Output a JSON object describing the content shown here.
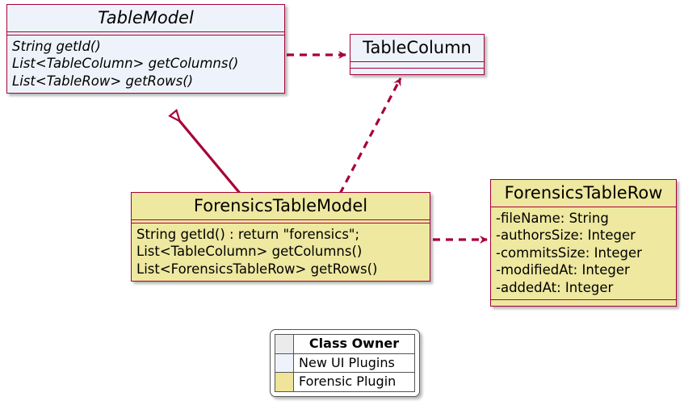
{
  "diagram": {
    "type": "uml-class-diagram",
    "accent_color": "#a80036",
    "background": "#ffffff",
    "classes": [
      {
        "id": "tablemodel",
        "name": "TableModel",
        "abstract": true,
        "fill": "#eef3fb",
        "owner": "New UI Plugins",
        "attributes": [],
        "methods": [
          "String getId()",
          "List<TableColumn> getColumns()",
          "List<TableRow> getRows()"
        ]
      },
      {
        "id": "tablecolumn",
        "name": "TableColumn",
        "abstract": false,
        "fill": "#eef3fb",
        "owner": "New UI Plugins",
        "attributes": [],
        "methods": []
      },
      {
        "id": "forensicstablemodel",
        "name": "ForensicsTableModel",
        "abstract": false,
        "fill": "#eee8a0",
        "owner": "Forensic Plugin",
        "attributes": [],
        "methods": [
          "String getId() : return \"forensics\";",
          "List<TableColumn> getColumns()",
          "List<ForensicsTableRow> getRows()"
        ]
      },
      {
        "id": "forensicstablerow",
        "name": "ForensicsTableRow",
        "abstract": false,
        "fill": "#eee8a0",
        "owner": "Forensic Plugin",
        "attributes": [
          "-fileName: String",
          "-authorsSize: Integer",
          "-commitsSize: Integer",
          "-modifiedAt: Integer",
          "-addedAt: Integer"
        ],
        "methods": []
      }
    ],
    "relations": [
      {
        "id": "rel-tablemodel-tablecolumn",
        "from": "TableModel",
        "to": "TableColumn",
        "kind": "dependency",
        "style": "dashed",
        "arrowhead": "open"
      },
      {
        "id": "rel-forensicstablemodel-tablemodel",
        "from": "ForensicsTableModel",
        "to": "TableModel",
        "kind": "generalization",
        "style": "solid",
        "arrowhead": "hollow-triangle"
      },
      {
        "id": "rel-forensicstablemodel-tablecolumn",
        "from": "ForensicsTableModel",
        "to": "TableColumn",
        "kind": "dependency",
        "style": "dashed",
        "arrowhead": "open"
      },
      {
        "id": "rel-forensicstablemodel-forensicstablerow",
        "from": "ForensicsTableModel",
        "to": "ForensicsTableRow",
        "kind": "dependency",
        "style": "dashed",
        "arrowhead": "open"
      }
    ]
  },
  "legend": {
    "title": "Class Owner",
    "rows": [
      {
        "label": "New UI Plugins",
        "color": "#eef3fb"
      },
      {
        "label": "Forensic Plugin",
        "color": "#efe49a"
      }
    ]
  }
}
